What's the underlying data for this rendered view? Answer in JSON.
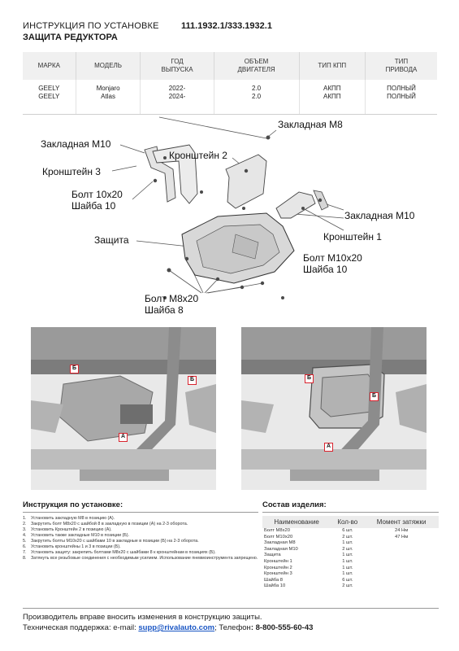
{
  "header": {
    "title_line1": "ИНСТРУКЦИЯ ПО УСТАНОВКЕ",
    "title_line2": "ЗАЩИТА РЕДУКТОРА",
    "product_code": "111.1932.1/333.1932.1"
  },
  "spec_table": {
    "columns": [
      {
        "l1": "МАРКА",
        "l2": ""
      },
      {
        "l1": "МОДЕЛЬ",
        "l2": ""
      },
      {
        "l1": "ГОД",
        "l2": "ВЫПУСКА"
      },
      {
        "l1": "ОБЪЕМ",
        "l2": "ДВИГАТЕЛЯ"
      },
      {
        "l1": "ТИП КПП",
        "l2": ""
      },
      {
        "l1": "ТИП",
        "l2": "ПРИВОДА"
      }
    ],
    "rows": [
      [
        "GEELY",
        "Monjaro",
        "2022-",
        "2.0",
        "АКПП",
        "ПОЛНЫЙ"
      ],
      [
        "GEELY",
        "Atlas",
        "2024-",
        "2.0",
        "АКПП",
        "ПОЛНЫЙ"
      ]
    ]
  },
  "diagram_labels": {
    "zaklad_m8": "Закладная М8",
    "zaklad_m10_left": "Закладная М10",
    "bracket2": "Кронштейн 2",
    "bracket3": "Кронштейн 3",
    "bolt10": "Болт 10x20",
    "washer10": "Шайба 10",
    "zaklad_m10_right": "Закладная М10",
    "bracket1": "Кронштейн 1",
    "bolt_m10": "Болт М10x20",
    "washer10_right": "Шайба 10",
    "guard": "Защита",
    "bolt_m8": "Болт М8x20",
    "washer8": "Шайба 8"
  },
  "photo_markers": {
    "a": "А",
    "b": "Б"
  },
  "colors": {
    "accent_red": "#d9232e",
    "email_blue": "#1a56c4"
  },
  "instructions": {
    "title": "Инструкция по установке:",
    "steps": [
      {
        "n": "1.",
        "text": "Установить закладную М8 в позицию (А)."
      },
      {
        "n": "2.",
        "text": "Закрутить болт М8x20 с шайбой 8 в закладную в позиции (А) на 2-3 оборота."
      },
      {
        "n": "3.",
        "text": "Установить Кронштейн 2 в позицию (А)."
      },
      {
        "n": "4.",
        "text": "Установить также закладные М10 в позиции (Б)."
      },
      {
        "n": "5.",
        "text": "Закрутить болты М10x20 с шайбами 10 в закладные в позиции (Б) на 2-3 оборота."
      },
      {
        "n": "6.",
        "text": "Установить кронштейны 1 и 3 в позиции (Б)."
      },
      {
        "n": "7.",
        "text": "Установить защиту: закрепить болтами М8x20 с шайбами 8 к кронштейнам в позициях (Б)."
      },
      {
        "n": "8.",
        "text": "Затянуть все резьбовые соединения с необходимым усилием. Использование пневмоинструмента запрещено."
      }
    ]
  },
  "kit": {
    "title": "Состав изделия:",
    "headers": [
      "Наименование",
      "Кол-во",
      "Момент затяжки"
    ],
    "items": [
      {
        "name": "Болт М8x20",
        "qty": "6 шт.",
        "torque": "24 Нм"
      },
      {
        "name": "Болт М10x20",
        "qty": "2 шт.",
        "torque": "47 Нм"
      },
      {
        "name": "Закладная М8",
        "qty": "1 шт.",
        "torque": ""
      },
      {
        "name": "Закладная М10",
        "qty": "2 шт.",
        "torque": ""
      },
      {
        "name": "Защита",
        "qty": "1 шт.",
        "torque": ""
      },
      {
        "name": "Кронштейн 1",
        "qty": "1 шт.",
        "torque": ""
      },
      {
        "name": "Кронштейн 2",
        "qty": "1 шт.",
        "torque": ""
      },
      {
        "name": "Кронштейн 3",
        "qty": "1 шт.",
        "torque": ""
      },
      {
        "name": "Шайба 8",
        "qty": "6 шт.",
        "torque": ""
      },
      {
        "name": "Шайба 10",
        "qty": "2 шт.",
        "torque": ""
      }
    ]
  },
  "footer": {
    "line1": "Производитель вправе вносить изменения в конструкцию защиты.",
    "support_prefix": "Техническая поддержка:  e-mail: ",
    "email": "supp@rivalauto.com",
    "separator": ";  Телефон",
    "phone": ": 8-800-555-60-43"
  }
}
